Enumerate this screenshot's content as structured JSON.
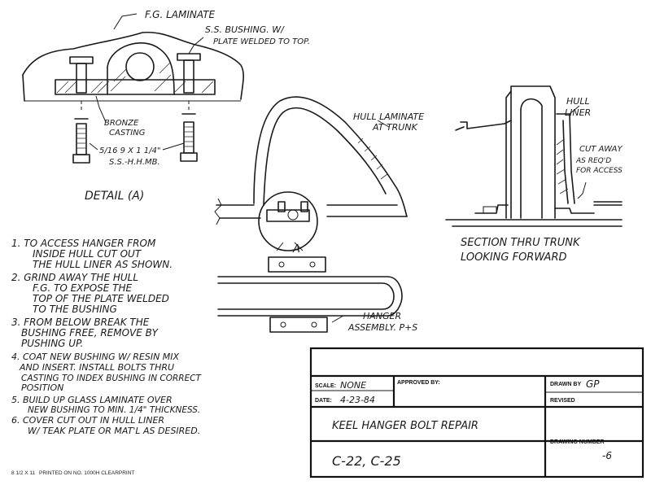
{
  "detail_a": {
    "laminate_label": "F.G. LAMINATE",
    "bushing_label_1": "S.S. BUSHING. W/",
    "bushing_label_2": "PLATE WELDED TO TOP.",
    "casting_label_1": "BRONZE",
    "casting_label_2": "CASTING",
    "bolt_label_1": "5/16 9 X 1 1/4\"",
    "bolt_label_2": "S.S.-H.H.MB.",
    "title": "DETAIL (A)"
  },
  "trunk": {
    "hull_laminate_1": "HULL LAMINATE",
    "hull_laminate_2": "AT TRUNK",
    "detail_marker": "A",
    "hanger_label_1": "HANGER",
    "hanger_label_2": "ASSEMBLY. P+S"
  },
  "section": {
    "hull_liner_1": "HULL",
    "hull_liner_2": "LINER",
    "cutaway_1": "CUT AWAY",
    "cutaway_2": "AS REQ'D",
    "cutaway_3": "FOR ACCESS",
    "title_1": "SECTION THRU TRUNK",
    "title_2": "LOOKING FORWARD"
  },
  "notes": [
    "1. TO ACCESS HANGER FROM",
    "INSIDE HULL CUT OUT",
    "THE HULL LINER AS SHOWN.",
    "2. GRIND AWAY THE HULL",
    "F.G. TO EXPOSE THE",
    "TOP OF THE PLATE WELDED",
    "TO THE BUSHING",
    "3. FROM BELOW BREAK THE",
    "BUSHING FREE, REMOVE BY",
    "PUSHING UP.",
    "4. COAT NEW BUSHING W/ RESIN MIX",
    "AND INSERT. INSTALL BOLTS THRU",
    "CASTING TO INDEX BUSHING IN CORRECT",
    "POSITION",
    "5. BUILD UP GLASS LAMINATE OVER",
    "NEW BUSHING TO MIN. 1/4\" THICKNESS.",
    "6. COVER CUT OUT IN HULL LINER",
    "W/ TEAK PLATE OR MAT'L AS DESIRED."
  ],
  "title_block": {
    "scale_label": "SCALE:",
    "scale_value": "NONE",
    "approved_label": "APPROVED BY:",
    "drawn_label": "DRAWN BY",
    "drawn_value": "GP",
    "date_label": "DATE:",
    "date_value": "4-23-84",
    "revised_label": "REVISED",
    "title": "KEEL HANGER BOLT REPAIR",
    "drawing_number_label": "DRAWING NUMBER",
    "model": "C-22, C-25",
    "drawing_number": "-6"
  },
  "footer": {
    "size": "8 1/2 X 11",
    "printed": "PRINTED ON NO. 1000H CLEARPRINT"
  }
}
